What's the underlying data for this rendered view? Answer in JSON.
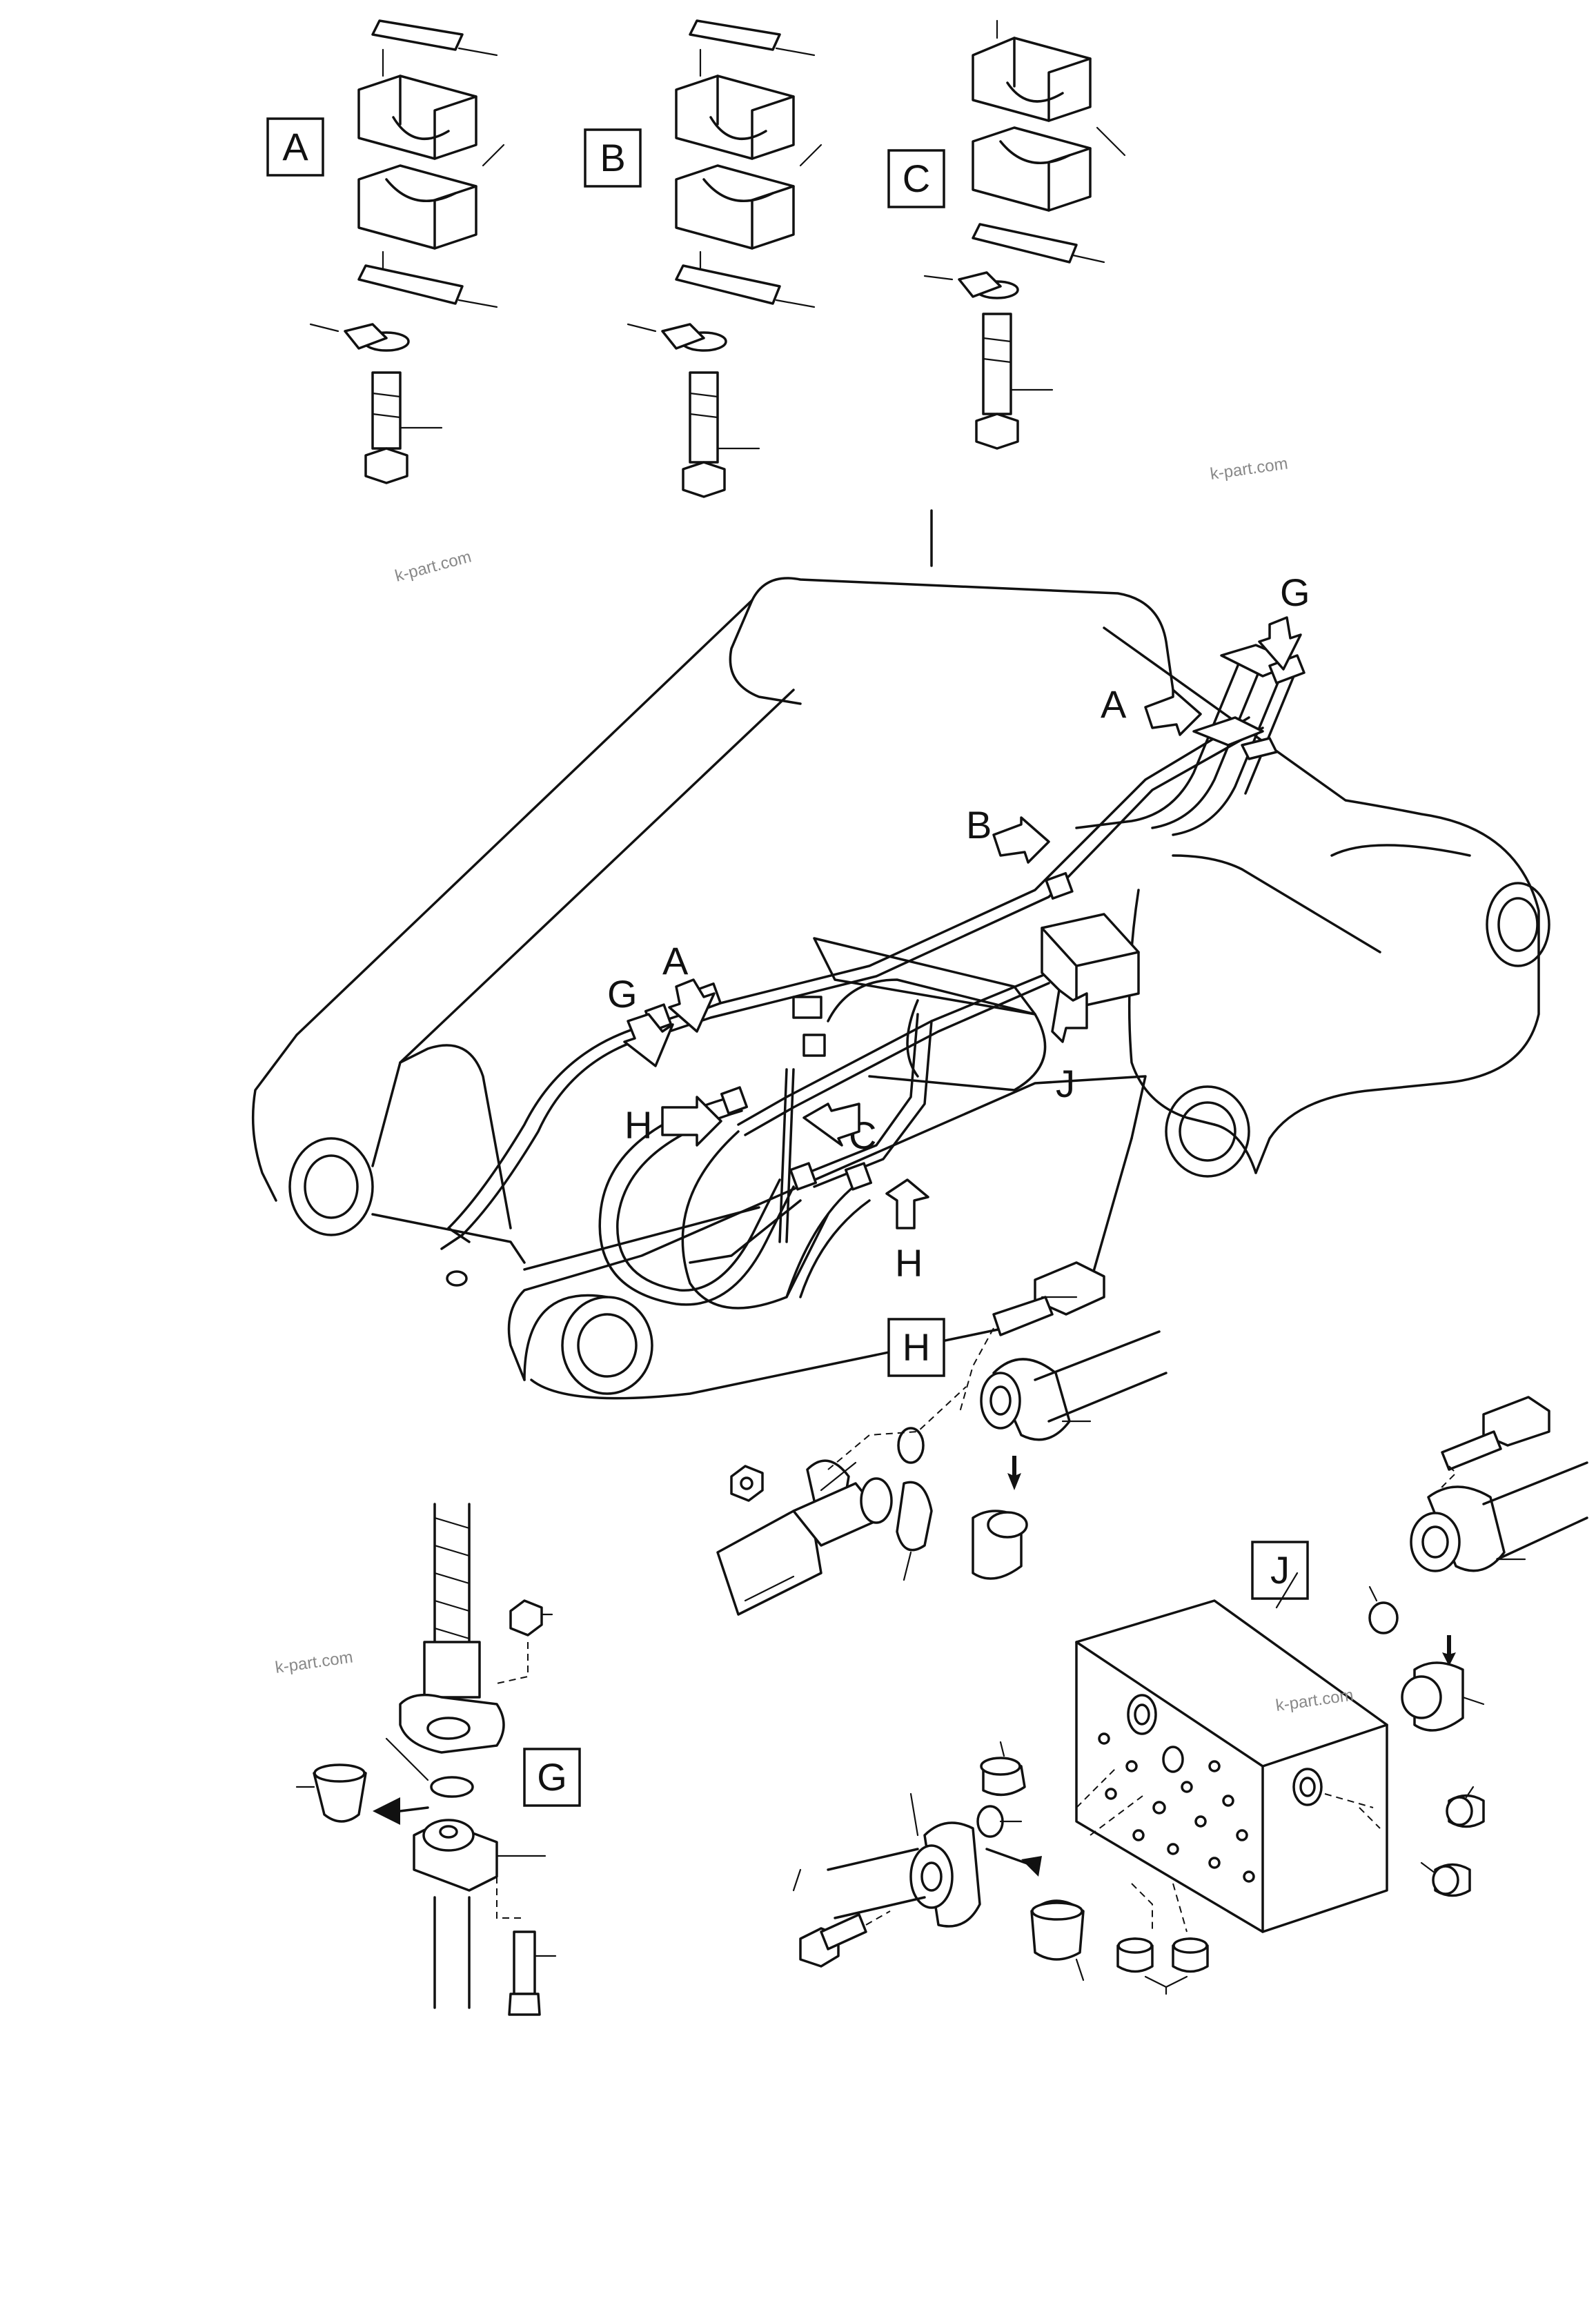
{
  "detail_labels": {
    "a": "A",
    "b": "B",
    "c": "C",
    "h": "H",
    "g": "G",
    "j": "J"
  },
  "main_view_callouts": {
    "g_top": "G",
    "a_top": "A",
    "b": "B",
    "g_left": "G",
    "a_left": "A",
    "h_left": "H",
    "c": "C",
    "j": "J",
    "h_bottom": "H"
  },
  "watermarks": [
    "k-part.com",
    "k-part.com",
    "k-part.com",
    "k-part.com"
  ]
}
